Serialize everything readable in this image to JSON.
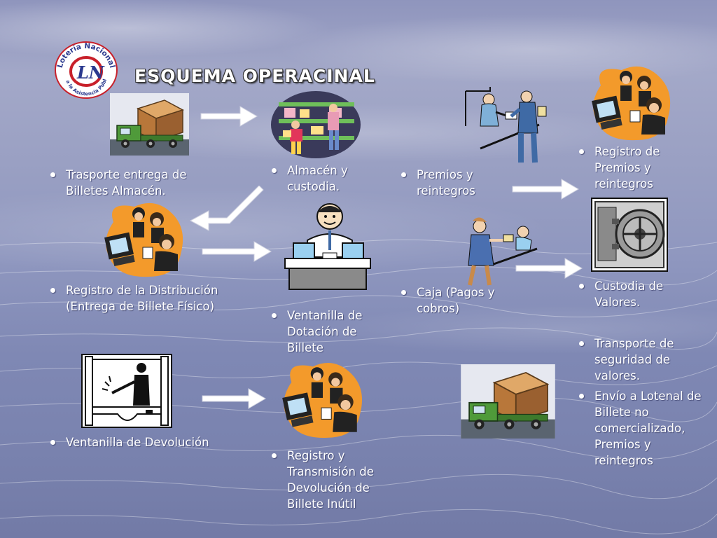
{
  "title": "Esquema Operacinal",
  "logo": {
    "top_text": "Lotería Nacional",
    "bottom_text": "para la Asistencia Pública",
    "initials": "LN"
  },
  "colors": {
    "logo_red": "#c8202a",
    "logo_blue": "#2b3a8f",
    "clip_orange": "#f39a2b",
    "truck_green": "#4f9a3a",
    "box_brown": "#c98a4a"
  },
  "icons": {
    "truck": "delivery-truck-icon",
    "warehouse": "warehouse-workers-icon",
    "computer": "computer-operators-icon",
    "clerk": "window-clerk-icon",
    "vault": "safe-vault-icon",
    "handover": "payment-handover-icon",
    "return": "return-window-icon"
  },
  "nodes": {
    "transport_warehouse": "Trasporte entrega de Billetes Almacén.",
    "storage": "Almacén y custodia.",
    "prizes": "Premios y reintegros",
    "prizes_registry": "Registro de Premios y reintegros",
    "distribution_registry": "Registro de la Distribución (Entrega de Billete Físico)",
    "dotation_window": "Ventanilla de Dotación de Billete",
    "cash": "Caja (Pagos y cobros)",
    "values_custody": "Custodia de Valores.",
    "security_transport": "Transporte de seguridad de valores.",
    "shipment": "Envío a Lotenal de Billete no comercializado, Premios y reintegros",
    "return_window": "Ventanilla de Devolución",
    "return_registry": "Registro y Transmisión de Devolución de Billete Inútil"
  }
}
